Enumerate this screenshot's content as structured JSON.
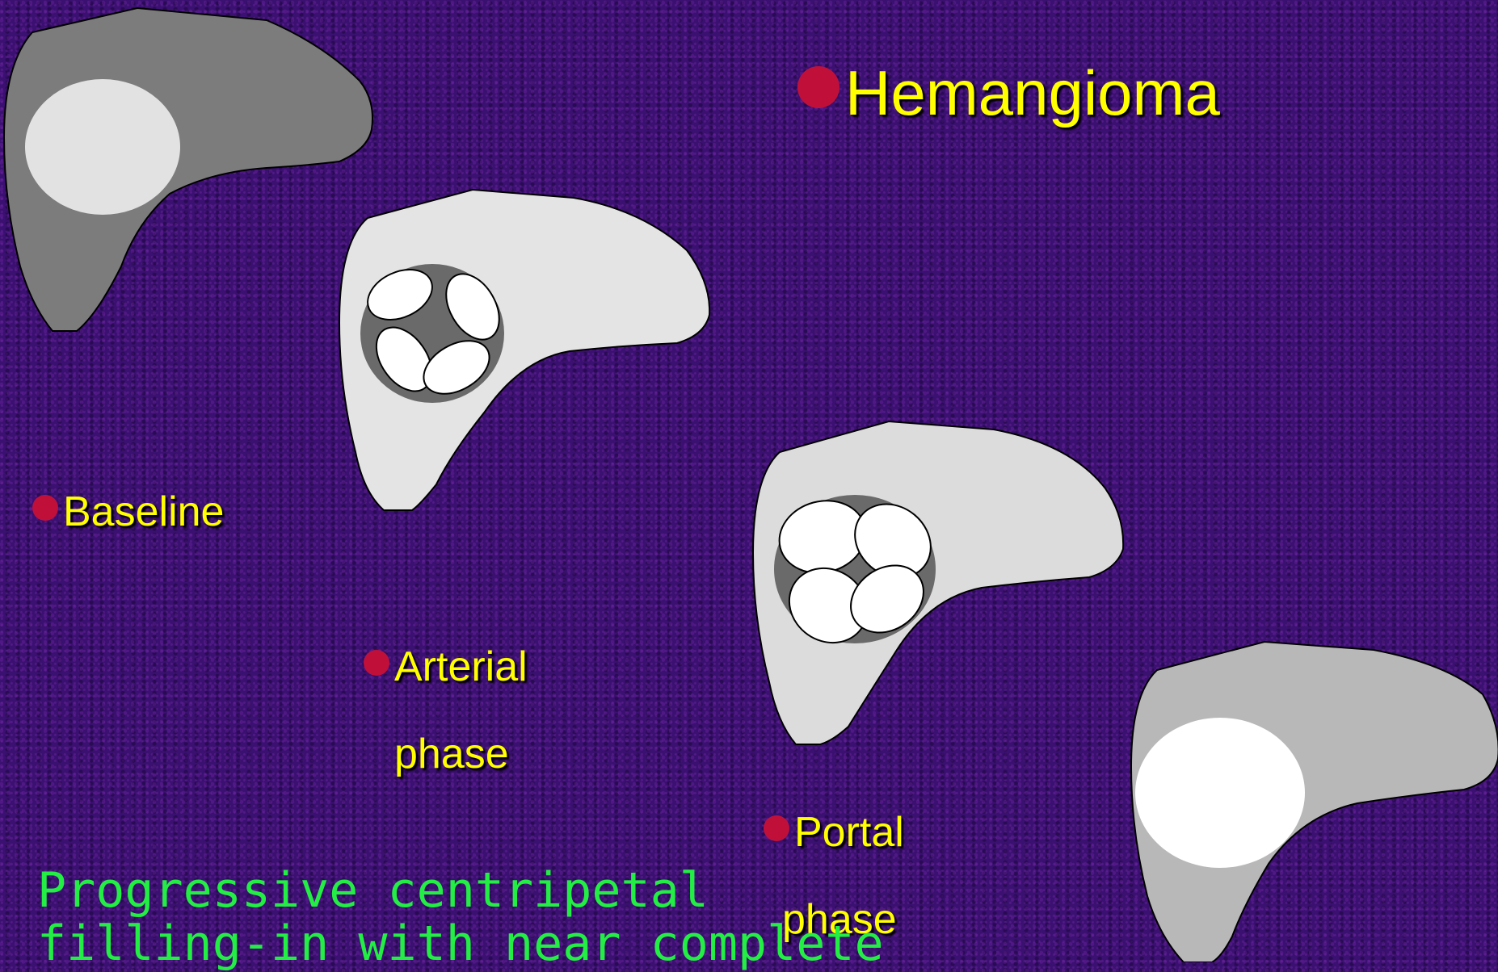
{
  "title": "Hemangioma",
  "phases": [
    {
      "label_lines": [
        "Baseline"
      ]
    },
    {
      "label_lines": [
        "Arterial",
        "phase"
      ]
    },
    {
      "label_lines": [
        "Portal",
        "phase"
      ]
    }
  ],
  "note_lines": [
    "Progressive centripetal",
    "filling-in with near complete"
  ],
  "colors": {
    "bullet": "#c0103a",
    "label_text": "#ffff00",
    "note_text": "#22ee44",
    "background": "#3a1070"
  }
}
